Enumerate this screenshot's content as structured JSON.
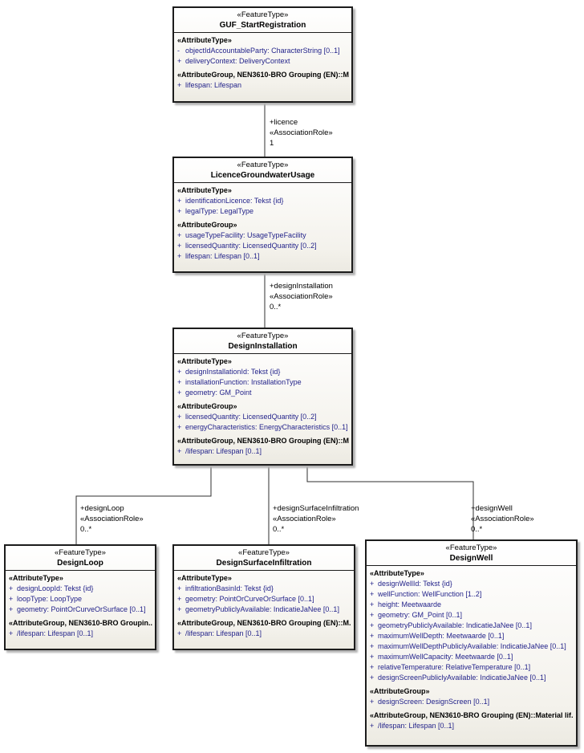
{
  "diagram": {
    "background_color": "#ffffff",
    "line_color": "#2f2f2f",
    "attribute_text_color": "#23238a"
  },
  "classes": [
    {
      "stereotype": "«FeatureType»",
      "name": "GUF_StartRegistration",
      "body": [
        {
          "text": "«AttributeType»"
        },
        {
          "prefix": "-",
          "text": "objectIdAccountableParty: CharacterString [0..1]"
        },
        {
          "prefix": "+",
          "text": "deliveryContext: DeliveryContext"
        },
        {
          "text": "«AttributeGroup, NEN3610-BRO Grouping (EN)::M..."
        },
        {
          "prefix": "+",
          "text": "lifespan: Lifespan"
        }
      ]
    },
    {
      "stereotype": "«FeatureType»",
      "name": "LicenceGroundwaterUsage",
      "body": [
        {
          "text": "«AttributeType»"
        },
        {
          "prefix": "+",
          "text": "identificationLicence: Tekst {id}"
        },
        {
          "prefix": "+",
          "text": "legalType: LegalType"
        },
        {
          "text": "«AttributeGroup»"
        },
        {
          "prefix": "+",
          "text": "usageTypeFacility: UsageTypeFacility"
        },
        {
          "prefix": "+",
          "text": "licensedQuantity: LicensedQuantity [0..2]"
        },
        {
          "prefix": "+",
          "text": "lifespan: Lifespan [0..1]"
        }
      ]
    },
    {
      "stereotype": "«FeatureType»",
      "name": "DesignInstallation",
      "body": [
        {
          "text": "«AttributeType»"
        },
        {
          "prefix": "+",
          "text": "designInstallationId: Tekst {id}"
        },
        {
          "prefix": "+",
          "text": "installationFunction: InstallationType"
        },
        {
          "prefix": "+",
          "text": "geometry: GM_Point"
        },
        {
          "text": "«AttributeGroup»"
        },
        {
          "prefix": "+",
          "text": "licensedQuantity: LicensedQuantity [0..2]"
        },
        {
          "prefix": "+",
          "text": "energyCharacteristics: EnergyCharacteristics [0..1]"
        },
        {
          "text": "«AttributeGroup, NEN3610-BRO Grouping (EN)::M..."
        },
        {
          "prefix": "+",
          "text": "/lifespan: Lifespan [0..1]"
        }
      ]
    },
    {
      "stereotype": "«FeatureType»",
      "name": "DesignLoop",
      "body": [
        {
          "text": "«AttributeType»"
        },
        {
          "prefix": "+",
          "text": "designLoopId: Tekst {id}"
        },
        {
          "prefix": "+",
          "text": "loopType: LoopType"
        },
        {
          "prefix": "+",
          "text": "geometry: PointOrCurveOrSurface [0..1]"
        },
        {
          "text": "«AttributeGroup, NEN3610-BRO Groupin..."
        },
        {
          "prefix": "+",
          "text": "/lifespan: Lifespan [0..1]"
        }
      ]
    },
    {
      "stereotype": "«FeatureType»",
      "name": "DesignSurfaceInfiltration",
      "body": [
        {
          "text": "«AttributeType»"
        },
        {
          "prefix": "+",
          "text": "infiltrationBasinId: Tekst {id}"
        },
        {
          "prefix": "+",
          "text": "geometry: PointOrCurveOrSurface [0..1]"
        },
        {
          "prefix": "+",
          "text": "geometryPubliclyAvailable: IndicatieJaNee [0..1]"
        },
        {
          "text": "«AttributeGroup, NEN3610-BRO Grouping (EN)::M..."
        },
        {
          "prefix": "+",
          "text": "/lifespan: Lifespan [0..1]"
        }
      ]
    },
    {
      "stereotype": "«FeatureType»",
      "name": "DesignWell",
      "body": [
        {
          "text": "«AttributeType»"
        },
        {
          "prefix": "+",
          "text": "designWellId: Tekst {id}"
        },
        {
          "prefix": "+",
          "text": "wellFunction: WellFunction [1..2]"
        },
        {
          "prefix": "+",
          "text": "height: Meetwaarde"
        },
        {
          "prefix": "+",
          "text": "geometry: GM_Point [0..1]"
        },
        {
          "prefix": "+",
          "text": "geometryPubliclyAvailable: IndicatieJaNee [0..1]"
        },
        {
          "prefix": "+",
          "text": "maximumWellDepth: Meetwaarde [0..1]"
        },
        {
          "prefix": "+",
          "text": "maximumWellDepthPubliclyAvailable: IndicatieJaNee [0..1]"
        },
        {
          "prefix": "+",
          "text": "maximumWellCapacity: Meetwaarde [0..1]"
        },
        {
          "prefix": "+",
          "text": "relativeTemperature: RelativeTemperature [0..1]"
        },
        {
          "prefix": "+",
          "text": "designScreenPubliclyAvailable: IndicatieJaNee [0..1]"
        },
        {
          "text": "«AttributeGroup»"
        },
        {
          "prefix": "+",
          "text": "designScreen: DesignScreen [0..1]"
        },
        {
          "text": "«AttributeGroup, NEN3610-BRO Grouping (EN)::Material lif..."
        },
        {
          "prefix": "+",
          "text": "/lifespan: Lifespan [0..1]"
        }
      ]
    }
  ],
  "edges": [
    {
      "role": "+licence",
      "stereotype": "«AssociationRole»",
      "cardinality": "1"
    },
    {
      "role": "+designInstallation",
      "stereotype": "«AssociationRole»",
      "cardinality": "0..*"
    },
    {
      "role": "+designLoop",
      "stereotype": "«AssociationRole»",
      "cardinality": "0..*"
    },
    {
      "role": "+designSurfaceInfiltration",
      "stereotype": "«AssociationRole»",
      "cardinality": "0..*"
    },
    {
      "role": "+designWell",
      "stereotype": "«AssociationRole»",
      "cardinality": "0..*"
    }
  ]
}
